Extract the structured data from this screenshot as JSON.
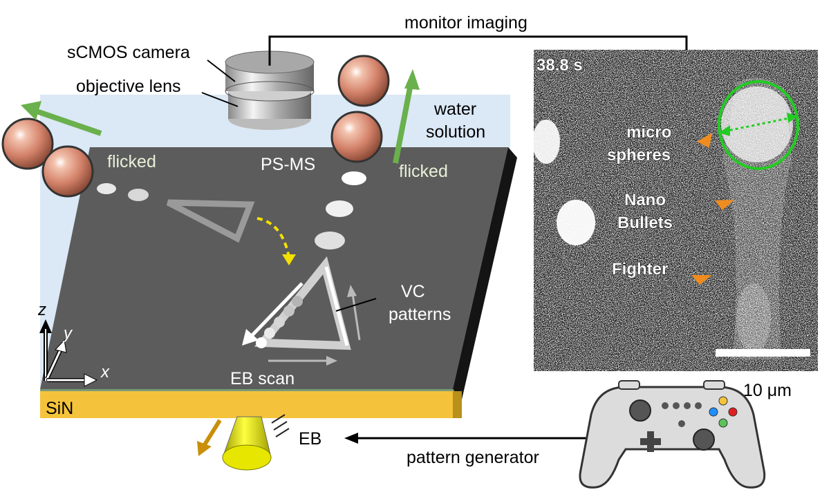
{
  "labels": {
    "monitor_imaging": "monitor imaging",
    "scmos_camera": "sCMOS camera",
    "objective_lens": "objective lens",
    "water_solution_1": "water",
    "water_solution_2": "solution",
    "flicked_left": "flicked",
    "flicked_right": "flicked",
    "ps_ms": "PS-MS",
    "vc_patterns_1": "VC",
    "vc_patterns_2": "patterns",
    "eb_scan": "EB scan",
    "sin": "SiN",
    "eb": "EB",
    "pattern_generator": "pattern generator",
    "axis_z": "z",
    "axis_y": "y",
    "axis_x": "x"
  },
  "micrograph": {
    "timestamp": "38.8 s",
    "micro_1": "micro",
    "micro_2": "spheres",
    "nano_1": "Nano",
    "nano_2": "Bullets",
    "fighter": "Fighter",
    "scale_bar": "10 μm"
  },
  "colors": {
    "substrate": "#5a5a5a",
    "water": "#dbe8f5",
    "sin_layer": "#f5c33b",
    "sphere": "#d9876a",
    "flick_arrow": "#6ab04c",
    "eb_beam": "#e6e600",
    "highlight_ring": "#22cc22",
    "pointer_arrow": "#f08c1e"
  },
  "icons": {
    "controller": "gamepad-icon",
    "camera": "camera-icon"
  }
}
